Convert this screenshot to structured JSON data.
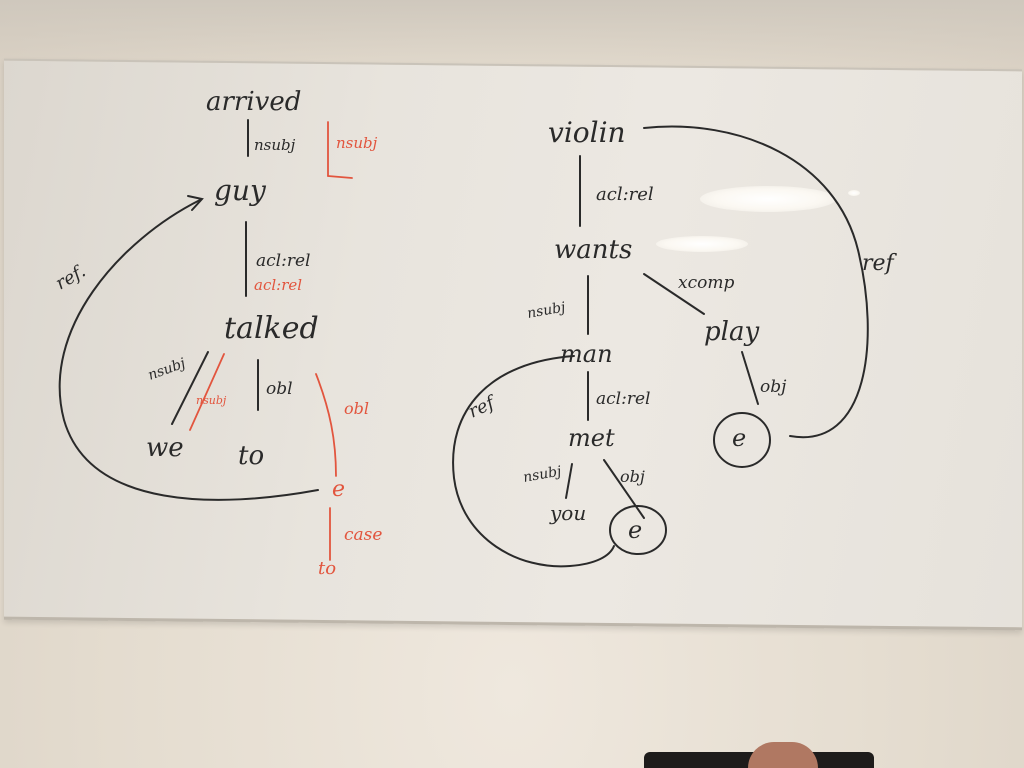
{
  "colors": {
    "black_ink": "#2a2a2a",
    "red_ink": "#e2553e"
  },
  "left_tree": {
    "root": "arrived",
    "nsubj_black": "nsubj",
    "nsubj_red": "nsubj",
    "guy": "guy",
    "aclrel_black": "acl:rel",
    "aclrel_red": "acl:rel",
    "talked": "talked",
    "nsubj_we": "nsubj",
    "nsubj_we_red": "nsubj",
    "obl_black": "obl",
    "obl_red": "obl",
    "we": "we",
    "to": "to",
    "e": "e",
    "case": "case",
    "to_red": "to",
    "ref": "ref."
  },
  "right_tree": {
    "root": "violin",
    "aclrel": "acl:rel",
    "wants": "wants",
    "nsubj": "nsubj",
    "xcomp": "xcomp",
    "man": "man",
    "play": "play",
    "aclrel_man": "acl:rel",
    "obj_play": "obj",
    "e_play": "e",
    "met": "met",
    "nsubj_met": "nsubj",
    "obj_met": "obj",
    "you": "you",
    "e_met": "e",
    "ref_left": "ref",
    "ref_right": "ref"
  }
}
